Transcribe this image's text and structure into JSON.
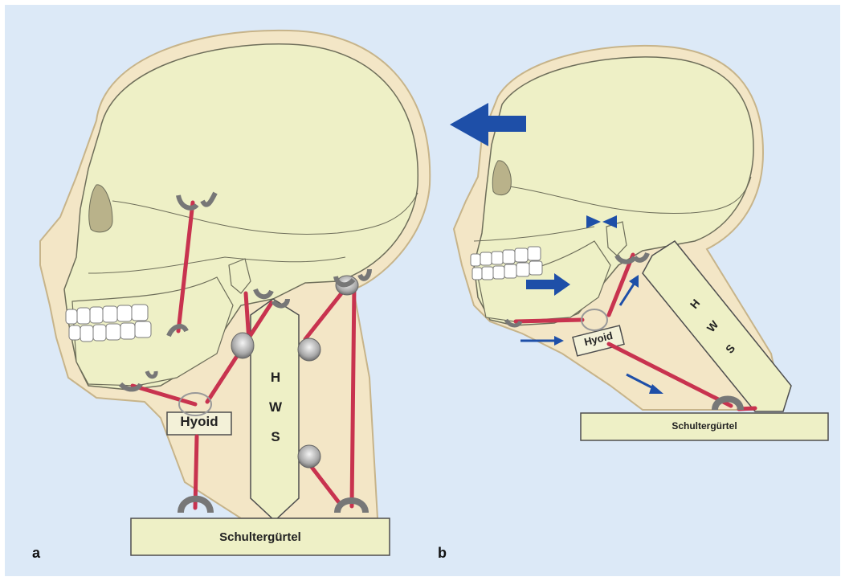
{
  "panel_a": {
    "label": "a",
    "hyoid": "Hyoid",
    "shoulder": "Schultergürtel",
    "spine": [
      "H",
      "W",
      "S"
    ]
  },
  "panel_b": {
    "label": "b",
    "hyoid": "Hyoid",
    "shoulder": "Schultergürtel",
    "spine": [
      "H",
      "W",
      "S"
    ]
  },
  "colors": {
    "background": "#dce9f7",
    "skin": "#f3e6c6",
    "bone": "#eef0c6",
    "muscle": "#c8334f",
    "arrow": "#1e4fa8",
    "joint": "#8c8c8c"
  }
}
